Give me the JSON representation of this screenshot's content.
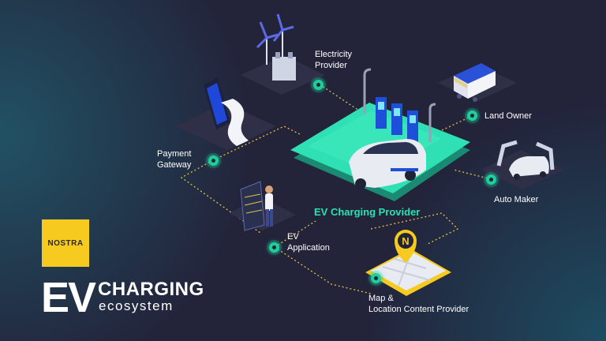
{
  "diagram": {
    "center": {
      "label": "EV Charging Provider"
    },
    "nodes": [
      {
        "id": "electricity",
        "lines": [
          "Electricity",
          "Provider"
        ]
      },
      {
        "id": "landowner",
        "lines": [
          "Land Owner"
        ]
      },
      {
        "id": "payment",
        "lines": [
          "Payment",
          "Gateway"
        ]
      },
      {
        "id": "automaker",
        "lines": [
          "Auto Maker"
        ]
      },
      {
        "id": "evapp",
        "lines": [
          "EV",
          "Application"
        ]
      },
      {
        "id": "map",
        "lines": [
          "Map &",
          "Location Content Provider"
        ]
      }
    ]
  },
  "brand": {
    "logo_text": "NOSTRA",
    "title_big": "EV",
    "title_top": "CHARGING",
    "title_bottom": "ecosystem",
    "map_pin_letter": "N"
  },
  "colors": {
    "accent": "#1fcf9b",
    "platform": "#2ee0b3",
    "logo": "#f6ca1e",
    "background": "#23233a"
  }
}
